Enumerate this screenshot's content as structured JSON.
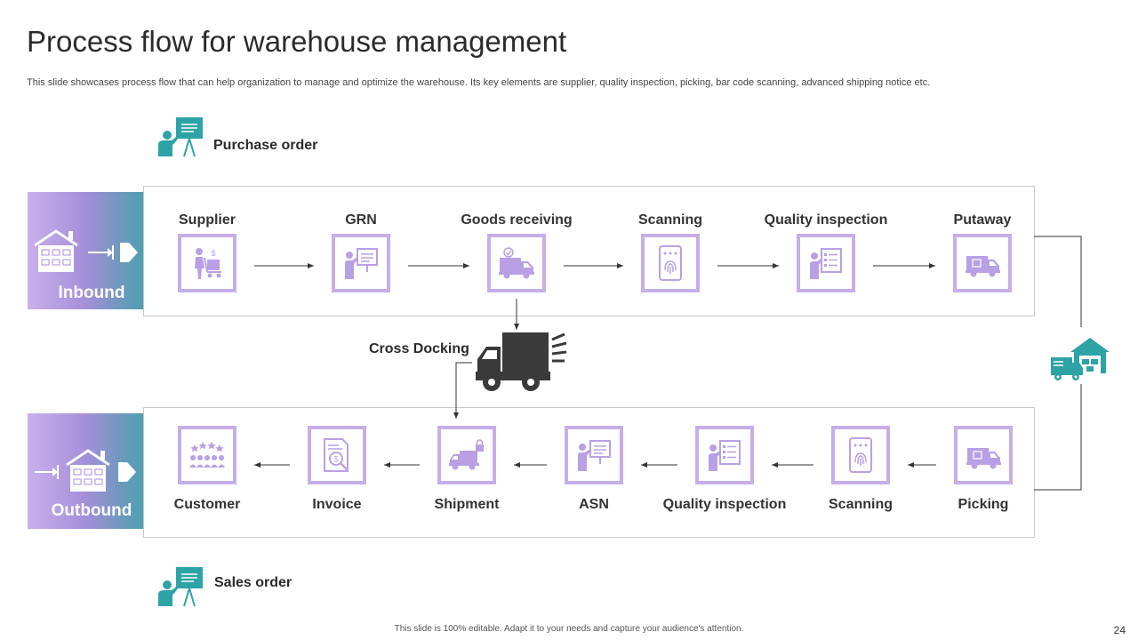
{
  "header": {
    "title": "Process flow for warehouse management",
    "subtitle": "This slide showcases process flow that can help organization to manage and optimize the warehouse. Its key elements are supplier, quality inspection, picking, bar code scanning, advanced shipping notice etc."
  },
  "purchase_order": {
    "label": "Purchase order",
    "icon": "presenter-board-icon"
  },
  "sales_order": {
    "label": "Sales order",
    "icon": "presenter-board-icon"
  },
  "cross_docking": {
    "label": "Cross Docking",
    "icon": "delivery-truck-icon"
  },
  "inbound": {
    "label": "Inbound",
    "steps": [
      {
        "label": "Supplier",
        "icon": "supplier-cart-icon"
      },
      {
        "label": "GRN",
        "icon": "presentation-icon"
      },
      {
        "label": "Goods receiving",
        "icon": "truck-check-icon"
      },
      {
        "label": "Scanning",
        "icon": "fingerprint-scan-icon"
      },
      {
        "label": "Quality inspection",
        "icon": "checklist-icon"
      },
      {
        "label": "Putaway",
        "icon": "truck-box-icon"
      }
    ]
  },
  "outbound": {
    "label": "Outbound",
    "steps": [
      {
        "label": "Customer",
        "icon": "customers-rating-icon"
      },
      {
        "label": "Invoice",
        "icon": "invoice-search-icon"
      },
      {
        "label": "Shipment",
        "icon": "truck-lock-icon"
      },
      {
        "label": "ASN",
        "icon": "presentation-icon"
      },
      {
        "label": "Quality inspection",
        "icon": "checklist-icon"
      },
      {
        "label": "Scanning",
        "icon": "fingerprint-scan-icon"
      },
      {
        "label": "Picking",
        "icon": "truck-box-icon"
      }
    ]
  },
  "warehouse_icon": "warehouse-truck-icon",
  "footer": {
    "note": "This slide is 100% editable. Adapt it to your needs and capture your audience's attention.",
    "page_number": "24"
  },
  "colors": {
    "step_border": "#c6aeea",
    "icon_purple": "#b9a0e4",
    "teal": "#2ea3a6",
    "dark": "#3a3a3a"
  }
}
